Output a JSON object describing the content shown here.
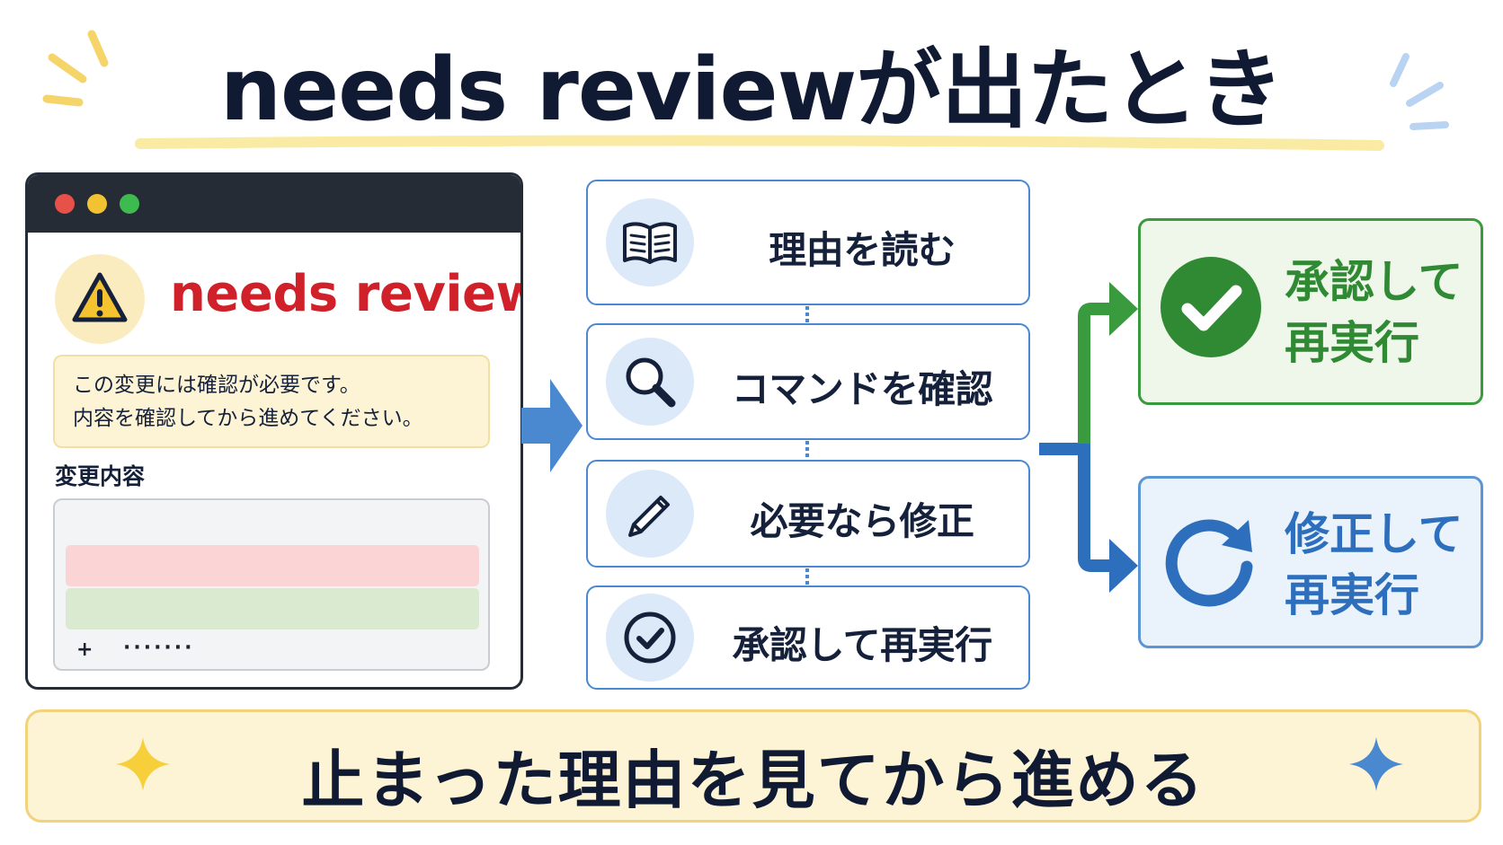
{
  "title": "needs reviewが出たとき",
  "window": {
    "status_label": "needs review",
    "notice_line1": "この変更には確認が必要です。",
    "notice_line2": "内容を確認してから進めてください。",
    "changes_heading": "変更内容",
    "diff": [
      {
        "sign": "",
        "text": "···"
      },
      {
        "sign": "−",
        "text": "·······"
      },
      {
        "sign": "+",
        "text": "·······"
      },
      {
        "sign": "",
        "text": "···"
      }
    ]
  },
  "steps": [
    {
      "label": "理由を読む",
      "icon": "book-icon"
    },
    {
      "label": "コマンドを確認",
      "icon": "magnifier-icon"
    },
    {
      "label": "必要なら修正",
      "icon": "pencil-icon"
    },
    {
      "label": "承認して再実行",
      "icon": "check-circle-icon"
    }
  ],
  "outcomes": {
    "approve": {
      "line1": "承認して",
      "line2": "再実行",
      "icon": "check-circle-filled-icon",
      "color": "#3a9a3e"
    },
    "fix": {
      "line1": "修正して",
      "line2": "再実行",
      "icon": "refresh-icon",
      "color": "#2e6fbd"
    }
  },
  "banner": {
    "text": "止まった理由を見てから進める"
  },
  "colors": {
    "accent_blue": "#4a88d0",
    "warning_red": "#d0202a",
    "success_green": "#3a9a3e",
    "highlight_yellow": "#fdf4d6"
  }
}
